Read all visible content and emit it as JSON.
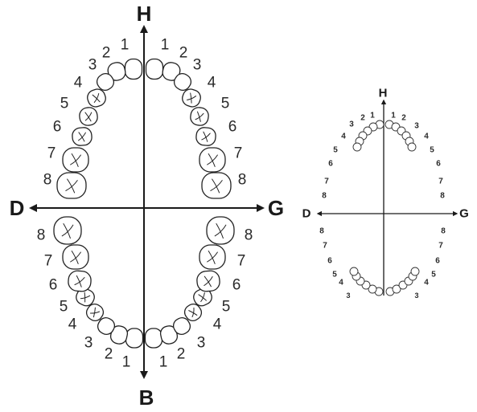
{
  "axes": {
    "top": "H",
    "bottom": "B",
    "left": "D",
    "right": "G"
  },
  "tooth_numbers": [
    "1",
    "2",
    "3",
    "4",
    "5",
    "6",
    "7",
    "8"
  ],
  "colors": {
    "ink": "#1a1a1a",
    "tooth_fill": "#ffffff",
    "background": "#ffffff"
  }
}
